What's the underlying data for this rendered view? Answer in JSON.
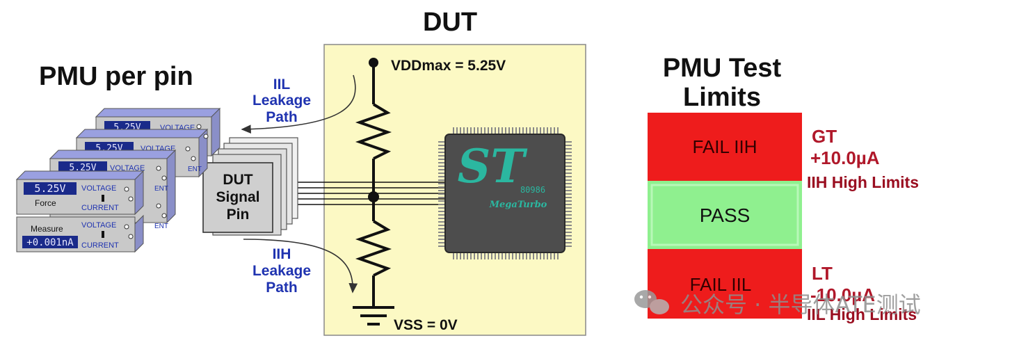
{
  "titles": {
    "dut": "DUT",
    "pmu_per_pin": "PMU per pin",
    "pmu_limits_line1": "PMU Test",
    "pmu_limits_line2": "Limits"
  },
  "dut_box": {
    "vdd": "VDDmax = 5.25V",
    "vss": "VSS = 0V"
  },
  "leakage": {
    "iil": [
      "IIL",
      "Leakage",
      "Path"
    ],
    "iih": [
      "IIH",
      "Leakage",
      "Path"
    ]
  },
  "signal_pin": [
    "DUT",
    "Signal",
    "Pin"
  ],
  "chip": {
    "logo": "ST",
    "part": "80986",
    "brand": "MegaTurbo"
  },
  "pmu_units": {
    "back_display": "5.25V",
    "voltage": "VOLTAGE",
    "current": "CURRENT",
    "current_short": "ENT",
    "force_display": "5.25V",
    "force_label": "Force",
    "measure_label": "Measure",
    "measure_display": "+0.001nA"
  },
  "limits": {
    "fail_high": "FAIL IIH",
    "pass": "PASS",
    "fail_low": "FAIL IIL",
    "gt": "GT",
    "gt_value": "+10.0µA",
    "gt_caption": "IIH High Limits",
    "lt": "LT",
    "lt_value": "-10.0µA",
    "lt_caption": "IIL High Limits"
  },
  "watermark": "公众号 · 半导体ATE测试",
  "colors": {
    "fail_red": "#ee1c1c",
    "pass_green": "#8ff08f",
    "dut_bg": "#fcf9c4",
    "blue_text": "#1f33b0",
    "limit_red": "#b0182a",
    "caption_red": "#9a0e20",
    "chip_gray": "#4d4d4d",
    "chip_logo": "#2bb7a0"
  },
  "icons": [
    "resistor-icon",
    "ground-icon",
    "wechat-icon",
    "chip-icon"
  ]
}
